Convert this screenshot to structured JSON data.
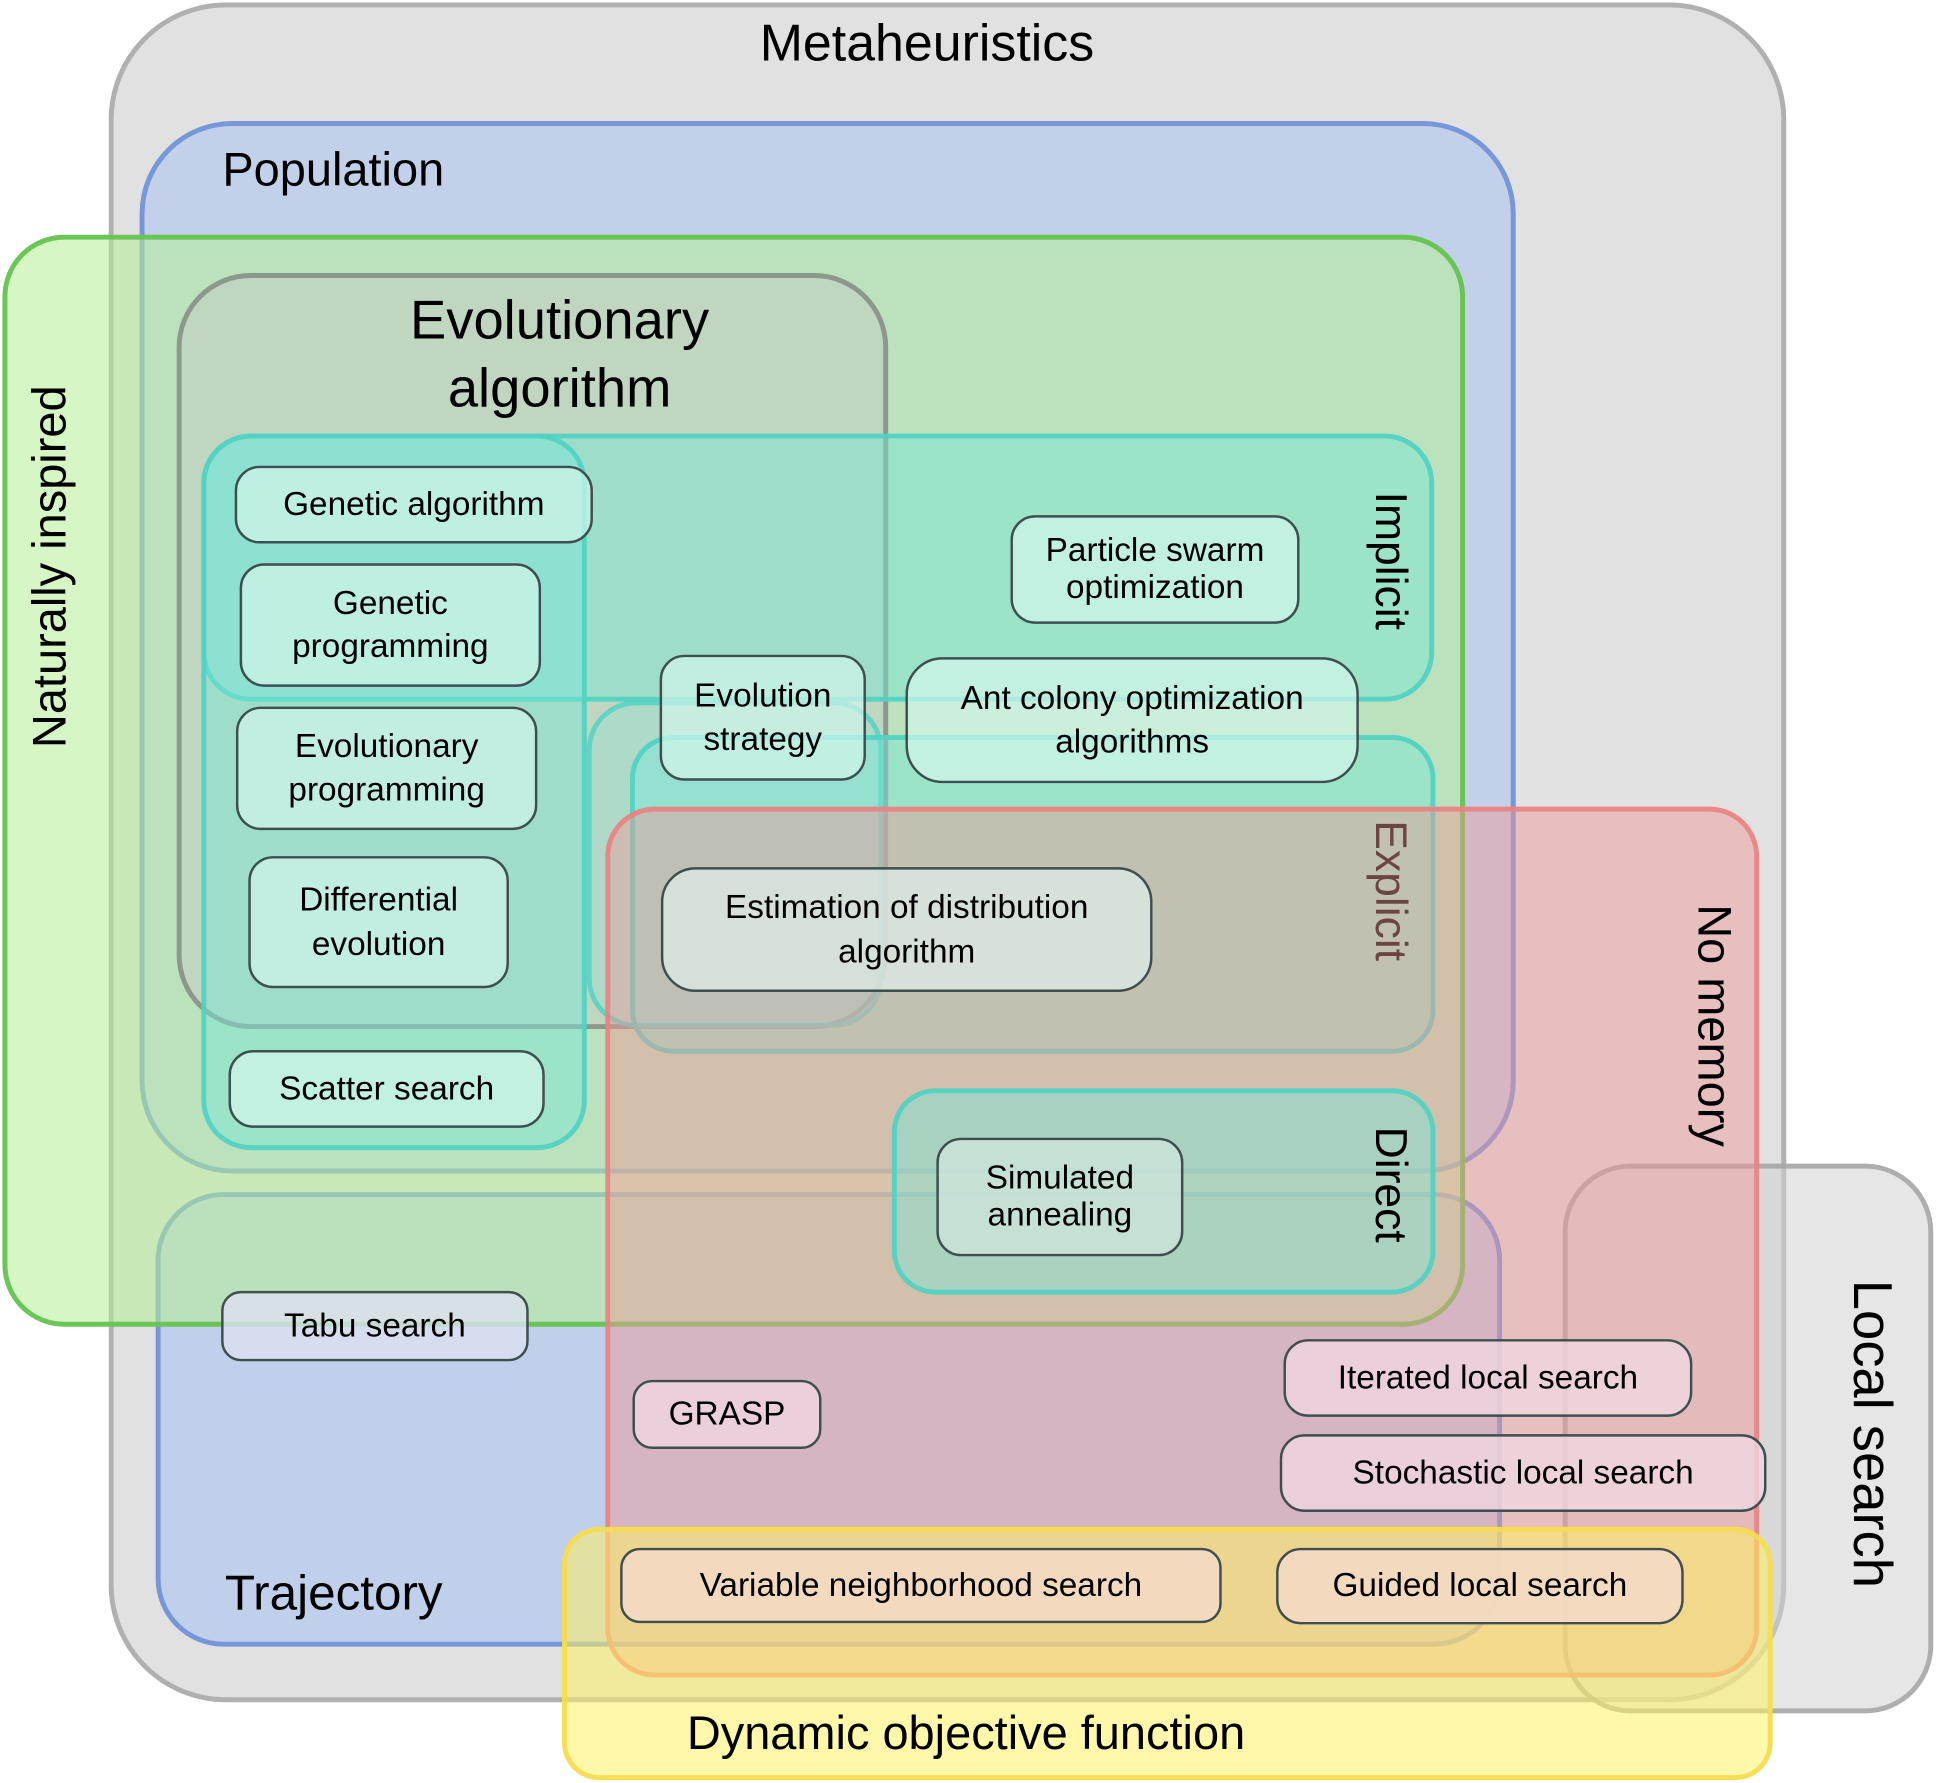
{
  "title": "Metaheuristics",
  "sets": {
    "metaheuristics": "Metaheuristics",
    "population": "Population",
    "naturally_inspired": "Naturally inspired",
    "evolutionary": "Evolutionary algorithm",
    "evolutionary_line1": "Evolutionary",
    "evolutionary_line2": "algorithm",
    "implicit": "Implicit",
    "explicit": "Explicit",
    "direct": "Direct",
    "no_memory": "No memory",
    "trajectory": "Trajectory",
    "local_search": "Local search",
    "dynamic_objective": "Dynamic objective function"
  },
  "colors": {
    "metaheuristics": "#b0b0b0",
    "population": "#7a97d4",
    "naturally_inspired": "#6cc35a",
    "evolutionary": "#8a9a8a",
    "memory_sets": "#5ad4c4",
    "no_memory": "#ef8a8a",
    "trajectory": "#7a97d4",
    "local_search": "#a8a8a8",
    "dynamic_objective": "#f5dc50"
  },
  "nodes": {
    "genetic_algorithm": "Genetic algorithm",
    "genetic_programming": [
      "Genetic",
      "programming"
    ],
    "evolutionary_programming": [
      "Evolutionary",
      "programming"
    ],
    "differential_evolution": [
      "Differential",
      "evolution"
    ],
    "scatter_search": "Scatter search",
    "evolution_strategy": [
      "Evolution",
      "strategy"
    ],
    "particle_swarm": [
      "Particle swarm",
      "optimization"
    ],
    "ant_colony": [
      "Ant colony optimization",
      "algorithms"
    ],
    "estimation_distribution": [
      "Estimation of distribution",
      "algorithm"
    ],
    "simulated_annealing": [
      "Simulated",
      "annealing"
    ],
    "tabu_search": "Tabu search",
    "grasp": "GRASP",
    "iterated_local_search": "Iterated local search",
    "stochastic_local_search": "Stochastic local search",
    "variable_neighborhood_search": "Variable neighborhood search",
    "guided_local_search": "Guided local search"
  }
}
